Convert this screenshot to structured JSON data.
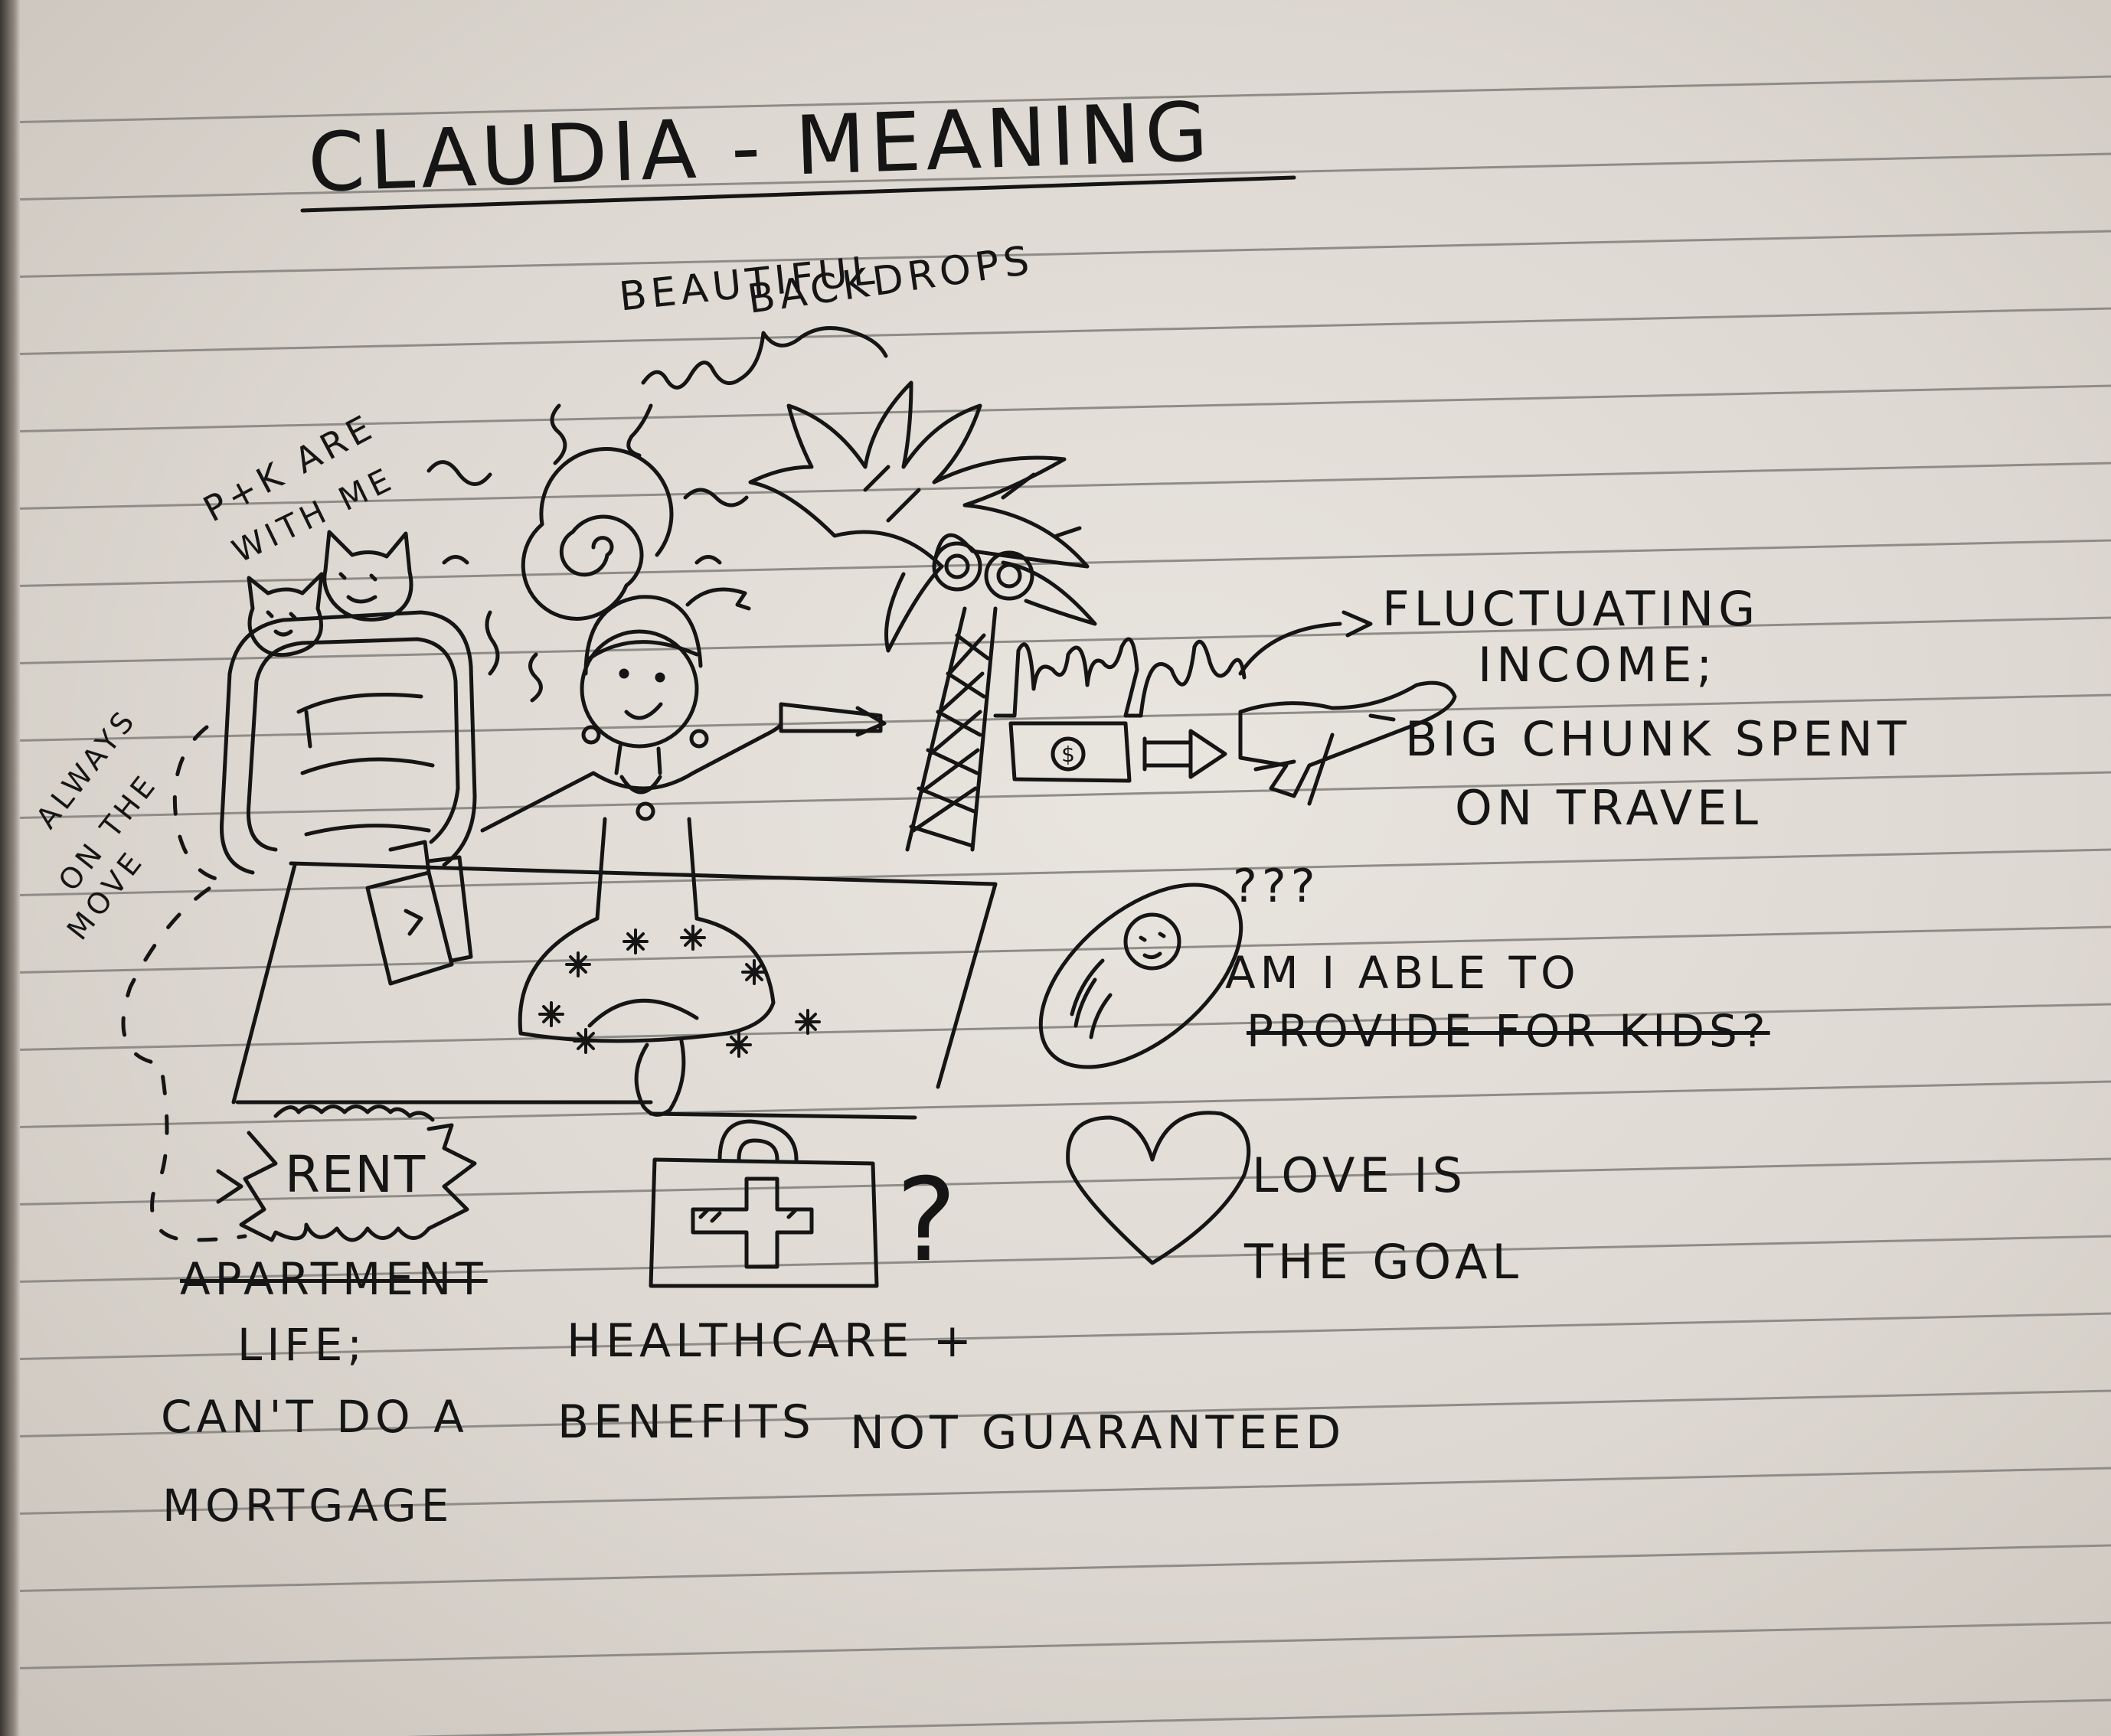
{
  "title": "CLAUDIA - MEANING",
  "labels": {
    "beautiful": "BEAUTIFUL",
    "backdrops": "BACKDROPS",
    "pets_line1": "P+K ARE",
    "pets_line2": "WITH ME",
    "always_line1": "ALWAYS",
    "always_line2": "ON THE",
    "always_line3": "MOVE",
    "fluctuating": "FLUCTUATING",
    "income": "INCOME;",
    "big_chunk": "BIG CHUNK SPENT",
    "on_travel": "ON TRAVEL",
    "question_marks": "???",
    "am_i_able": "AM I ABLE TO",
    "provide_for_kids": "PROVIDE FOR KIDS?",
    "rent": "RENT",
    "love_is": "LOVE IS",
    "the_goal": "THE GOAL",
    "apartment": "APARTMENT",
    "life": "LIFE;",
    "cant_do_a": "CAN'T DO A",
    "mortgage": "MORTGAGE",
    "healthcare": "HEALTHCARE +",
    "benefits": "BENEFITS",
    "not_guaranteed": "NOT GUARANTEED",
    "question_mark": "?",
    "dollar": "$"
  },
  "colors": {
    "ink": "#151515",
    "paper": "#e6e2dc",
    "rule_line": "#8f8c88"
  }
}
